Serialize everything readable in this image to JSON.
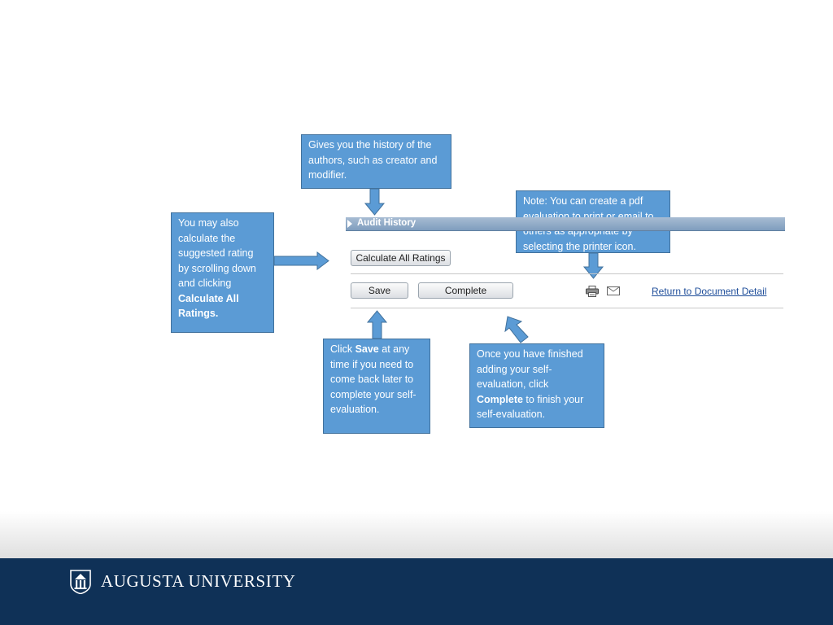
{
  "callouts": {
    "audit": {
      "text": "Gives you the history of the authors, such as creator and modifier."
    },
    "pdf": {
      "text": "Note:  You can create a pdf evaluation to print or email to others as appropriate by selecting the printer icon."
    },
    "calc": {
      "pre": "You may also calculate the suggested rating by scrolling down and clicking ",
      "bold": "Calculate All Ratings."
    },
    "save": {
      "pre": "Click ",
      "bold": "Save",
      "post": " at any time if you need to come back later to complete your self-evaluation."
    },
    "complete": {
      "pre": "Once you have finished adding your self-evaluation, click ",
      "bold": "Complete",
      "post": " to finish your self-evaluation."
    }
  },
  "audit_history": {
    "title": "Audit History"
  },
  "buttons": {
    "calculate_all": "Calculate All Ratings",
    "save": "Save",
    "complete": "Complete"
  },
  "links": {
    "return": "Return to Document Detail"
  },
  "icons": {
    "print": "printer-icon",
    "mail": "email-icon",
    "toggle": "expand-arrow-icon",
    "logo": "augusta-university-logo-icon"
  },
  "footer": {
    "brand": "AUGUSTA UNIVERSITY"
  },
  "colors": {
    "callout": "#5b9bd5",
    "callout_border": "#41719c",
    "footer": "#0f3157",
    "link": "#1f4e9a",
    "section_bar": "#8aa6c6"
  }
}
